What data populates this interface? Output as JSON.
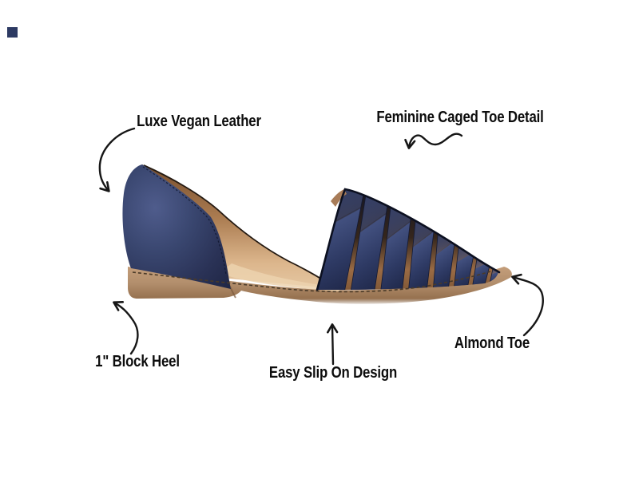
{
  "page": {
    "background_color": "#ffffff"
  },
  "color_swatch": {
    "color": "#2d3a63"
  },
  "callouts": [
    {
      "id": "luxe-vegan-leather",
      "label": "Luxe Vegan Leather"
    },
    {
      "id": "feminine-caged-toe-detail",
      "label": "Feminine Caged Toe Detail"
    },
    {
      "id": "block-heel",
      "label": "1\" Block Heel"
    },
    {
      "id": "easy-slip-on-design",
      "label": "Easy Slip On Design"
    },
    {
      "id": "almond-toe",
      "label": "Almond Toe"
    }
  ],
  "product": {
    "description": "Navy vegan-leather caged d'Orsay flat with tan block heel sole, side view facing right",
    "colors": {
      "upper_navy": "#343f68",
      "strap_navy": "#39446f",
      "lining_tan": "#b98a5e",
      "footbed_beige": "#e0bd97",
      "sole_tan": "#a9855f",
      "piping_dark": "#0c1020",
      "annotation_black": "#161616"
    }
  }
}
